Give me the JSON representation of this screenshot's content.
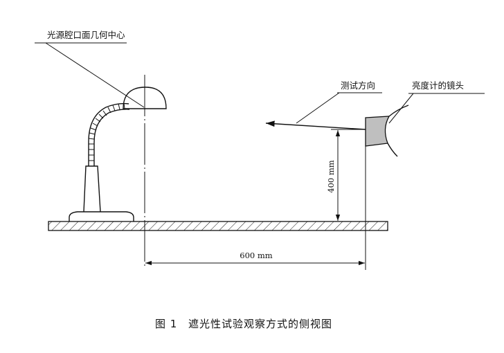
{
  "labels": {
    "lamp_source_center": "光源腔口面几何中心",
    "test_direction": "测试方向",
    "luminance_meter_lens": "亮度计的镜头",
    "height_dimension": "400 mm",
    "distance_dimension": "600 mm"
  },
  "caption": {
    "figure_number": "图 1",
    "title": "遮光性试验观察方式的侧视图"
  }
}
